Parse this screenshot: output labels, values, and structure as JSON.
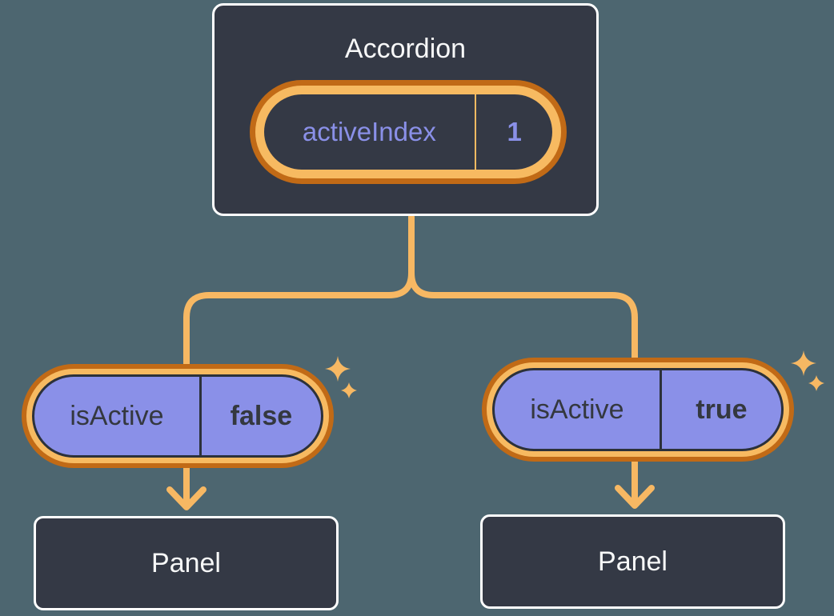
{
  "accordion": {
    "title": "Accordion",
    "state": {
      "name": "activeIndex",
      "value": "1"
    }
  },
  "children": [
    {
      "state": {
        "name": "isActive",
        "value": "false"
      },
      "panel": {
        "title": "Panel"
      }
    },
    {
      "state": {
        "name": "isActive",
        "value": "true"
      },
      "panel": {
        "title": "Panel"
      }
    }
  ],
  "icons": {
    "sparkles": "sparkle-icon"
  },
  "colors": {
    "bg": "#4d6670",
    "card": "#343945",
    "card_border": "#ffffff",
    "pill": "#8a90e8",
    "ring_light": "#f7ba61",
    "ring_dark": "#c16a16",
    "connector": "#f7b863",
    "divider_dark": "#2c313a",
    "text_light": "#f7f8f8",
    "text_dark": "#34383f",
    "text_purple": "#8a90e8"
  }
}
